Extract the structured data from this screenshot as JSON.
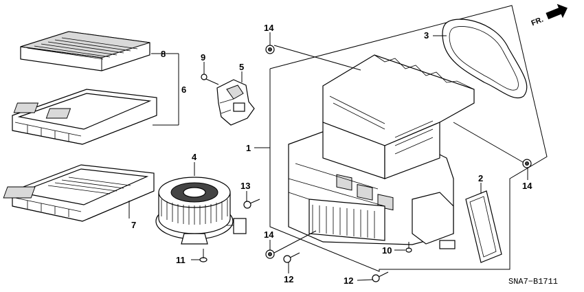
{
  "diagram_code": "SNA7−B1711",
  "direction_label": "FR.",
  "callouts": {
    "c1": "1",
    "c2": "2",
    "c3": "3",
    "c4": "4",
    "c5": "5",
    "c6": "6",
    "c7": "7",
    "c8": "8",
    "c9": "9",
    "c10": "10",
    "c11": "11",
    "c12a": "12",
    "c12b": "12",
    "c13": "13",
    "c14a": "14",
    "c14b": "14",
    "c14c": "14"
  }
}
